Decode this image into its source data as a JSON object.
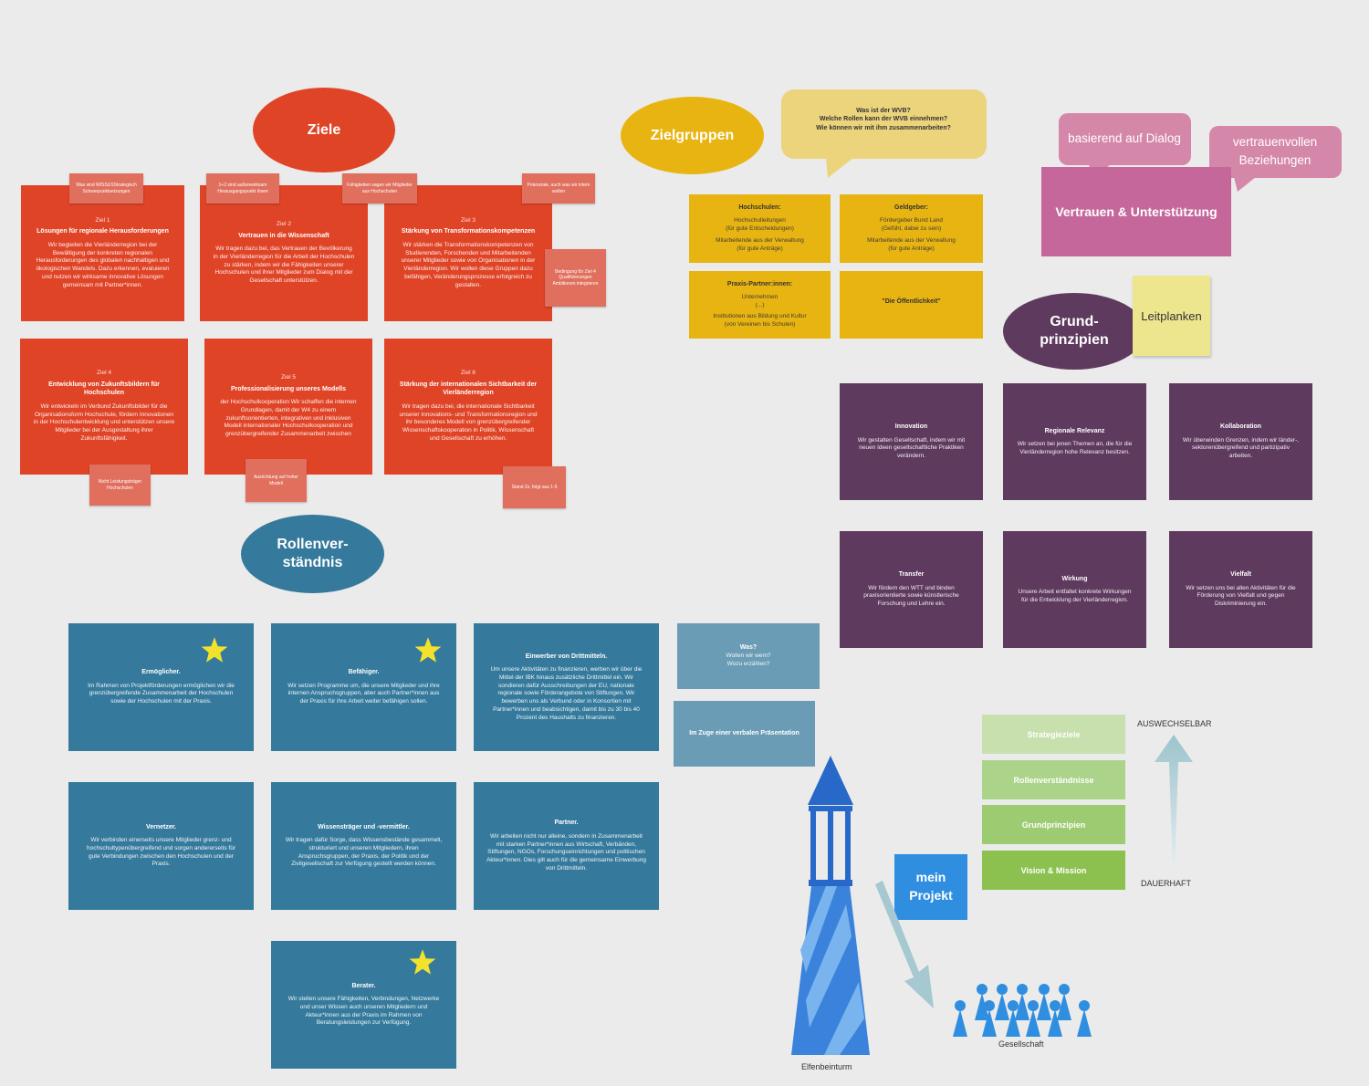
{
  "ziele": {
    "heading": "Ziele",
    "cards": [
      {
        "sub": "Ziel 1",
        "title": "Lösungen für regionale Herausforderungen",
        "text": "Wir begleiten die Vierländerregion bei der Bewältigung der konkreten regionalen Herausforderungen des globalen nachhaltigen und ökologischen Wandels. Dazu erkennen, evaluieren und nutzen wir wirksame innovative Lösungen gemeinsam mit Partner*innen."
      },
      {
        "sub": "Ziel 2",
        "title": "Vertrauen in die Wissenschaft",
        "text": "Wir tragen dazu bei, das Vertrauen der Bevölkerung in der Vierländerregion für die Arbeit der Hochschulen zu stärken, indem wir die Fähigkeiten unserer Hochschulen und ihrer Mitglieder zum Dialog mit der Gesellschaft unterstützen."
      },
      {
        "sub": "Ziel 3",
        "title": "Stärkung von Transformationskompetenzen",
        "text": "Wir stärken die Transformationskompetenzen von Studierenden, Forschenden und Mitarbeitenden unserer Mitglieder sowie von Organisationen in der Vierländerregion. Wir wollen diese Gruppen dazu befähigen, Veränderungsprozesse erfolgreich zu gestalten."
      },
      {
        "sub": "Ziel 4",
        "title": "Entwicklung von Zukunftsbildern für Hochschulen",
        "text": "Wir entwickeln im Verbund Zukunftsbilder für die Organisationsform Hochschule, fördern Innovationen in der Hochschulentwicklung und unterstützen unsere Mitglieder bei der Ausgestaltung ihrer Zukunftsfähigkeit."
      },
      {
        "sub": "Ziel 5",
        "title": "Professionalisierung unseres Modells",
        "text": "der Hochschulkooperation Wir schaffen die internen Grundlagen, damit der W4 zu einem zukunftsorientierten, integrativen und inklusiven Modell internationaler Hochschulkooperation und grenzübergreifender Zusammenarbeit zwischen"
      },
      {
        "sub": "Ziel 6",
        "title": "Stärkung der internationalen Sichtbarkeit der Vierländerregion",
        "text": "Wir tragen dazu bei, die internationale Sichtbarkeit unserer Innovations- und Transformationsregion und ihr besonderes Modell von grenzübergreifender Wissenschaftskooperation in Politik, Wissenschaft und Gesellschaft zu erhöhen."
      }
    ],
    "notes": [
      "Was sind WISSUSStrategisch Schwerpunktsetzungen",
      "1+2 sind außenwirksam Herausgangspunkt lösen",
      "Fähigkeiten sagen wir Mitglieder aus Hochschulen",
      "Potenziale, auch was wir intern wollen",
      "Bedingung für Ziel 4 Qualifizierungen Ambitionen integrieren",
      "Nicht Leistungsträger Hochschulen",
      "Ausrichtung auf hoher Modell",
      "Stand 2x, folgt aus 1-5"
    ]
  },
  "zielgruppen": {
    "heading": "Zielgruppen",
    "bubble": [
      "Was ist der WVB?",
      "Welche Rollen kann der WVB einnehmen?",
      "Wie können wir mit ihm zusammenarbeiten?"
    ],
    "cards": [
      {
        "title": "Hochschulen:",
        "lines": [
          "Hochschulleitungen",
          "(für gute Entscheidungen)",
          "",
          "Mitarbeitende aus der Verwaltung",
          "(für gute Anträge)"
        ]
      },
      {
        "title": "Geldgeber:",
        "lines": [
          "Fördergeber Bund Land",
          "(Gefühl, dabei zu sein)",
          "",
          "Mitarbeitende aus der Verwaltung",
          "(für gute Anträge)"
        ]
      },
      {
        "title": "Praxis-Partner:innen:",
        "lines": [
          "Unternehmen",
          "(...)",
          "",
          "Institutionen aus Bildung und Kultur",
          "(von Vereinen bis Schulen)"
        ]
      },
      {
        "title": "\"Die Öffentlichkeit\"",
        "lines": []
      }
    ]
  },
  "vertrauen": {
    "main": "Vertrauen & Unterstützung",
    "bubble1": "basierend auf Dialog",
    "bubble2": "vertrauenvollen Beziehungen"
  },
  "grundprinzipien": {
    "heading": "Grund-\nprinzipien",
    "sticky": "Leitplanken",
    "cards": [
      {
        "title": "Innovation",
        "text": "Wir gestalten Gesellschaft, indem wir mit neuen Ideen gesellschaftliche Praktiken verändern."
      },
      {
        "title": "Regionale Relevanz",
        "text": "Wir setzen bei jenen Themen an, die für die Vierländerregion hohe Relevanz besitzen."
      },
      {
        "title": "Kollaboration",
        "text": "Wir überwinden Grenzen, indem wir länder-, sektorenübergreifend und partizipativ arbeiten."
      },
      {
        "title": "Transfer",
        "text": "Wir fördern den WTT und binden praxisorientierte sowie künstlerische Forschung und Lehre ein."
      },
      {
        "title": "Wirkung",
        "text": "Unsere Arbeit entfaltet konkrete Wirkungen für die Entwicklung der Vierländerregion."
      },
      {
        "title": "Vielfalt",
        "text": "Wir setzen uns bei allen Aktivitäten für die Förderung von Vielfalt und gegen Diskriminierung ein."
      }
    ]
  },
  "rollen": {
    "heading": "Rollenver-\nständnis",
    "cards": [
      {
        "title": "Ermöglicher.",
        "text": "Im Rahmen von Projektförderungen ermöglichen wir die grenzübergreifende Zusammenarbeit der Hochschulen sowie der Hochschulen mit der Praxis."
      },
      {
        "title": "Befähiger.",
        "text": "Wir setzen Programme um, die unsere Mitglieder und ihre internen Anspruchsgruppen, aber auch Partner*innen aus der Praxis für ihre Arbeit weiter befähigen sollen."
      },
      {
        "title": "Einwerber von Drittmitteln.",
        "text": "Um unsere Aktivitäten zu finanzieren, werben wir über die Mittel der IBK hinaus zusätzliche Drittmittel ein. Wir sondieren dafür Ausschreibungen der EU, nationale regionale sowie Förderangebote von Stiftungen. Wir bewerben uns als Verbund oder in Konsortien mit Partner*innen und beabsichtigen, damit bis zu 30 bis 40 Prozent des Haushalts zu finanzieren."
      },
      {
        "title": "Vernetzer.",
        "text": "Wir verbinden einerseits unsere Mitglieder grenz- und hochschultypenübergreifend und sorgen andererseits für gute Verbindungen zwischen den Hochschulen und der Praxis."
      },
      {
        "title": "Wissensträger und -vermittler.",
        "text": "Wir tragen dafür Sorge, dass Wissensbestände gesammelt, strukturiert und unseren Mitgliedern, ihren Anspruchsgruppen, der Praxis, der Politik und der Zivilgesellschaft zur Verfügung gestellt werden können."
      },
      {
        "title": "Partner.",
        "text": "Wir arbeiten nicht nur alleine, sondern in Zusammenarbeit mit starken Partner*innen aus Wirtschaft, Verbänden, Stiftungen, NGOs, Forschungseinrichtungen und politischen Akteur*innen. Dies gilt auch für die gemeinsame Einwerbung von Drittmitteln."
      },
      {
        "title": "Berater.",
        "text": "Wir stellen unsere Fähigkeiten, Verbindungen, Netzwerke und unser Wissen auch unseren Mitgliedern und Akteur*innen aus der Praxis im Rahmen von Beratungsleistungen zur Verfügung."
      }
    ],
    "was_card": [
      "Was?",
      "Wollen wir wem?",
      "Wozu erzählen?"
    ],
    "praesentation": "Im Zuge einer verbalen Präsentation"
  },
  "pyramid": {
    "items": [
      "Strategieziele",
      "Rollenverständnisse",
      "Grundprinzipien",
      "Vision & Mission"
    ],
    "top_label": "AUSWECHSELBAR",
    "bottom_label": "DAUERHAFT"
  },
  "bottom": {
    "projekt": "mein\nProjekt",
    "tower_label": "Elfenbeinturm",
    "society_label": "Gesellschaft"
  },
  "colors": {
    "red": "#e04427",
    "yellow": "#e8b412",
    "purple": "#5e3a5e",
    "blue": "#357a9c",
    "pink": "#c5679b",
    "green": "#8cc466"
  }
}
